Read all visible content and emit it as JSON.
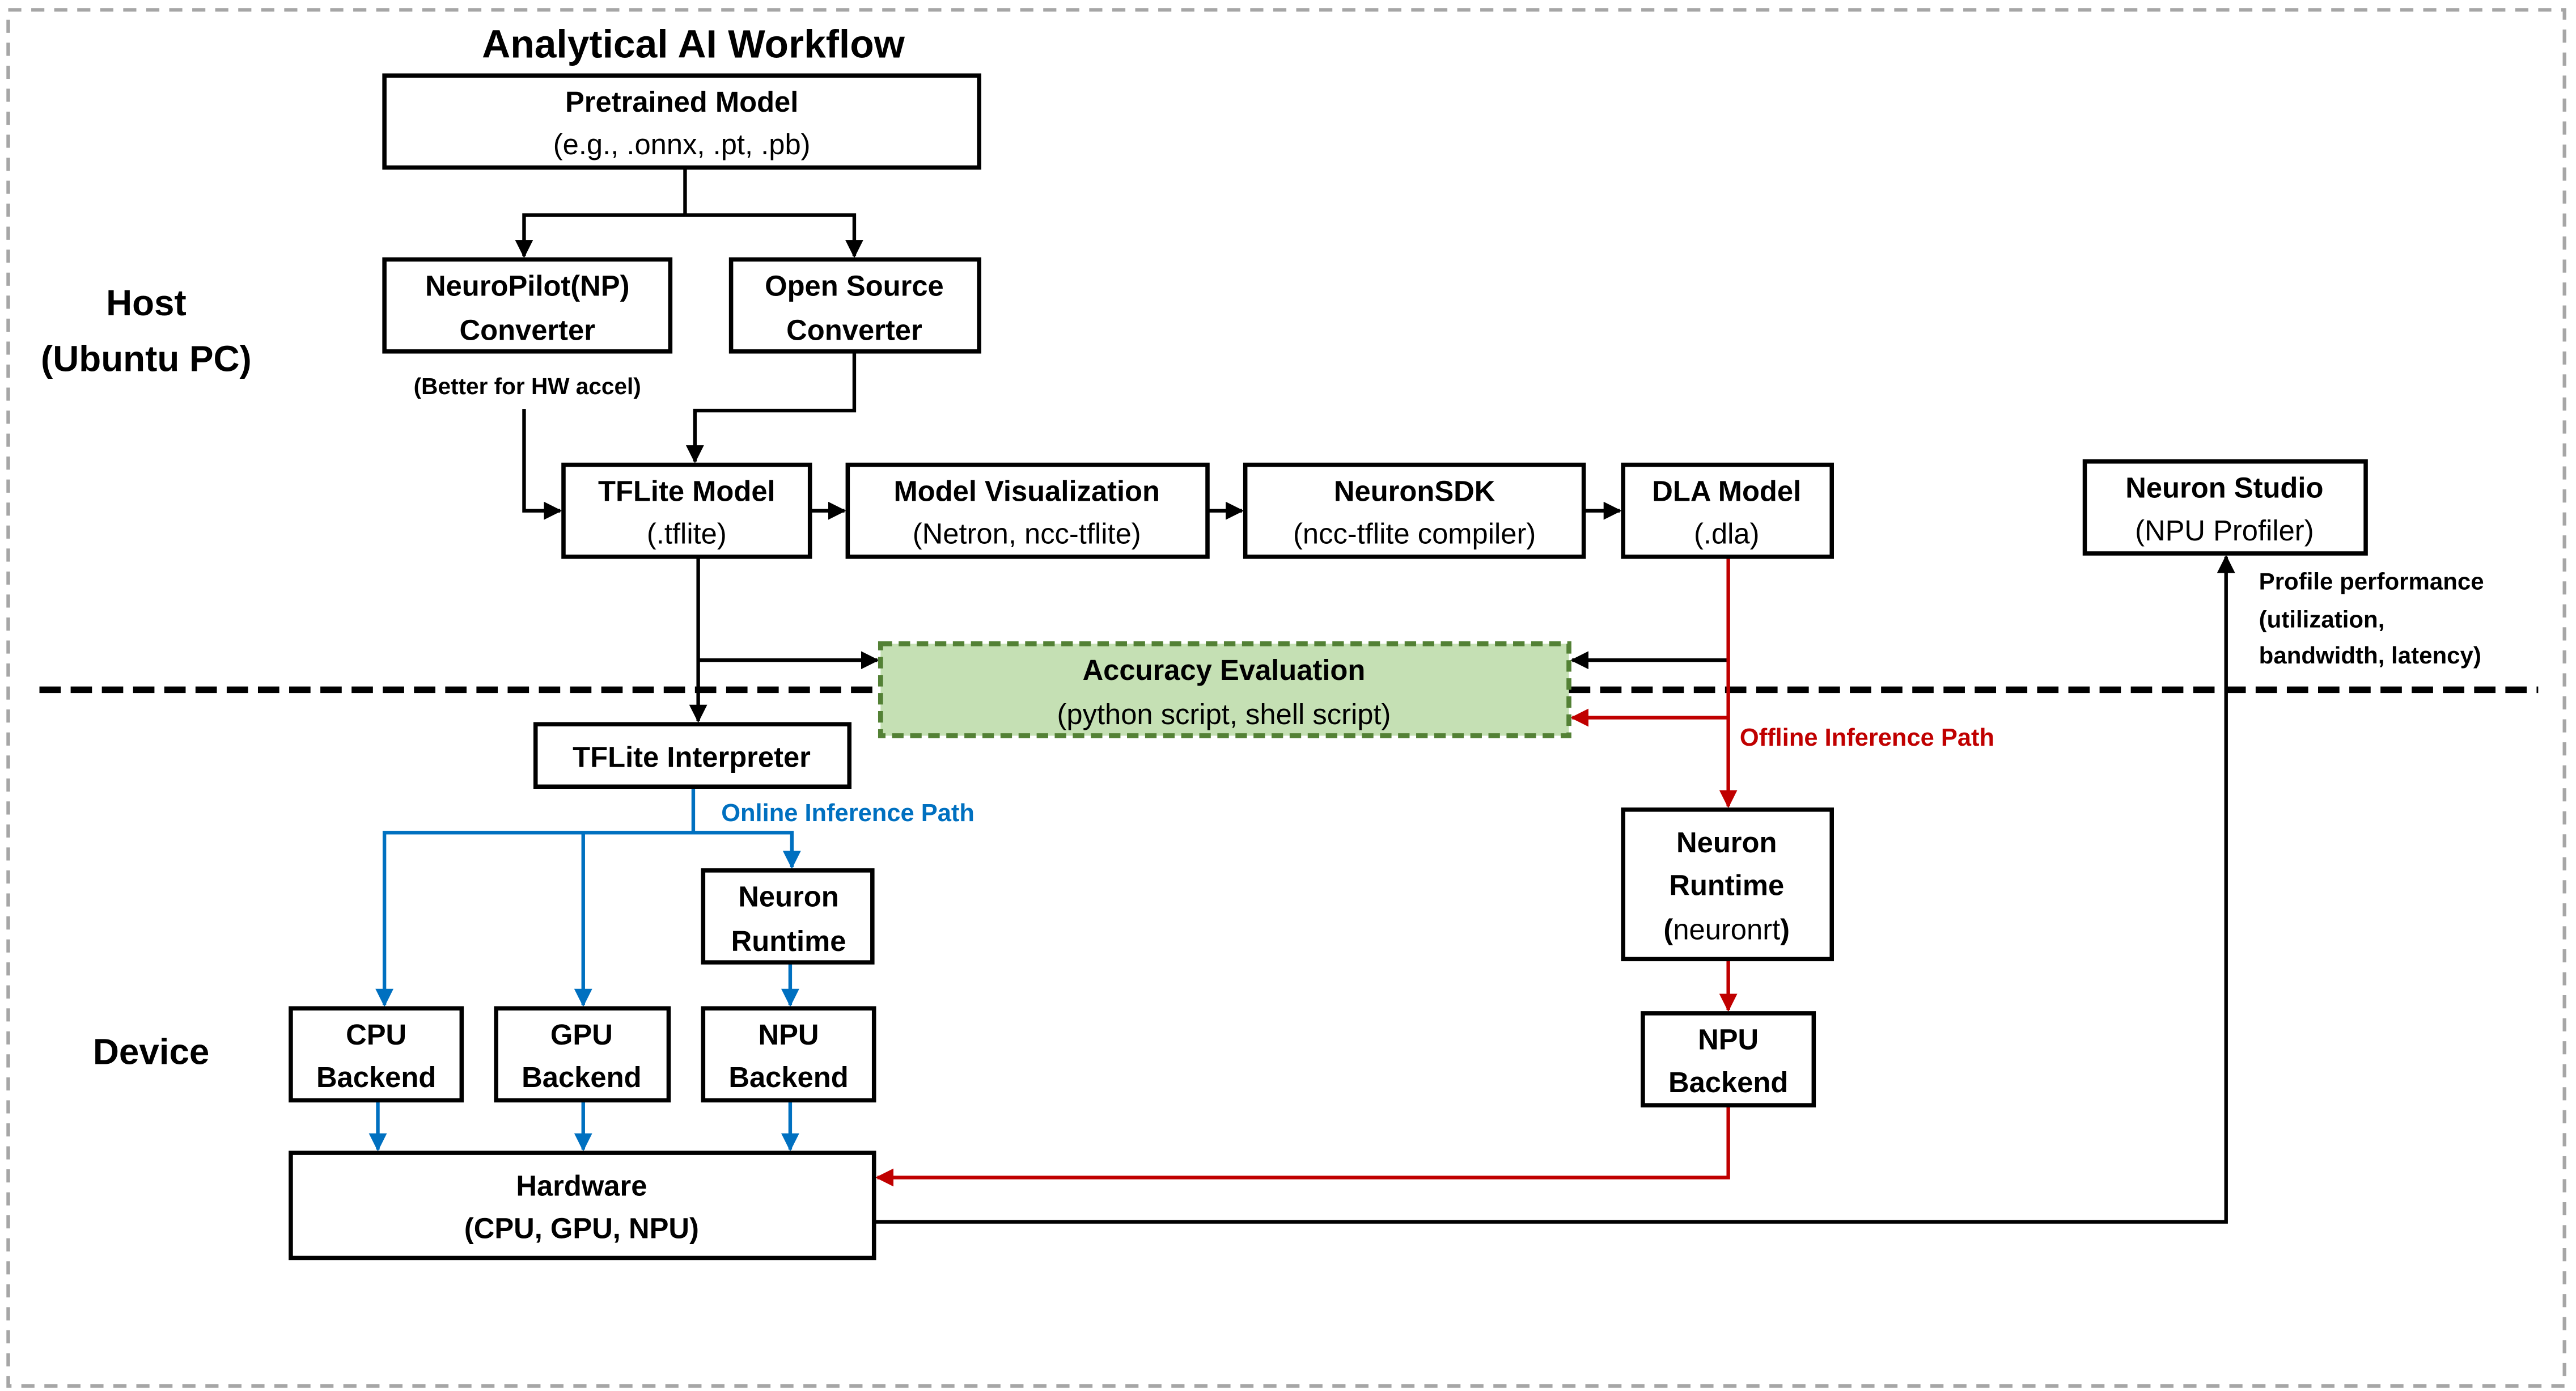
{
  "title": "Analytical AI Workflow",
  "zones": {
    "host": {
      "line1": "Host",
      "line2": "(Ubuntu PC)"
    },
    "device": {
      "label": "Device"
    }
  },
  "nodes": {
    "pretrained_model": {
      "title": "Pretrained Model",
      "subtitle": "(e.g., .onnx, .pt, .pb)"
    },
    "np_converter": {
      "line1": "NeuroPilot(NP)",
      "line2": "Converter",
      "note": "(Better for HW accel)"
    },
    "os_converter": {
      "line1": "Open Source",
      "line2": "Converter"
    },
    "tflite_model": {
      "title": "TFLite Model",
      "subtitle": "(.tflite)"
    },
    "model_visualization": {
      "title": "Model Visualization",
      "subtitle": "(Netron, ncc-tflite)"
    },
    "neuron_sdk": {
      "title": "NeuronSDK",
      "subtitle": "(ncc-tflite compiler)"
    },
    "dla_model": {
      "title": "DLA Model",
      "subtitle": "(.dla)"
    },
    "neuron_studio": {
      "title": "Neuron Studio",
      "subtitle": "(NPU Profiler)"
    },
    "accuracy_evaluation": {
      "title": "Accuracy Evaluation",
      "subtitle": "(python script, shell script)"
    },
    "tflite_interpreter": {
      "title": "TFLite Interpreter"
    },
    "online_neuron_runtime": {
      "line1": "Neuron",
      "line2": "Runtime"
    },
    "cpu_backend": {
      "line1": "CPU",
      "line2": "Backend"
    },
    "gpu_backend": {
      "line1": "GPU",
      "line2": "Backend"
    },
    "online_npu_backend": {
      "line1": "NPU",
      "line2": "Backend"
    },
    "hardware": {
      "title": "Hardware",
      "subtitle": "(CPU, GPU, NPU)"
    },
    "offline_neuron_runtime": {
      "line1": "Neuron",
      "line2": "Runtime",
      "line3_open": "(",
      "line3_mid": "neuronrt",
      "line3_close": ")"
    },
    "offline_npu_backend": {
      "line1": "NPU",
      "line2": "Backend"
    }
  },
  "annotations": {
    "online_path": "Online Inference Path",
    "offline_path": "Offline Inference Path",
    "profile_line1": "Profile performance",
    "profile_line2": "(utilization,",
    "profile_line3": "bandwidth, latency)"
  },
  "colors": {
    "online_path": "#0070c0",
    "offline_path": "#c00000",
    "accuracy_fill": "#c5e0b4",
    "accuracy_border": "#538135",
    "outer_border": "#a6a6a6",
    "separator": "#000000"
  }
}
